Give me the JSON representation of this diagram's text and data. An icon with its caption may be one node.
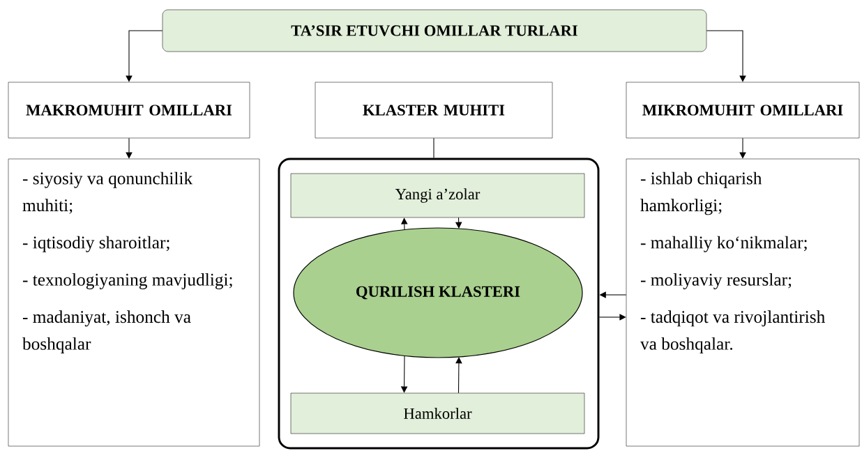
{
  "diagram": {
    "nodes": [
      {
        "text": [
          "TA’SIR ETUVCHI OMILLAR TURLARI"
        ]
      },
      {
        "text": [
          "MAKROMUHIT OMILLARI"
        ]
      },
      {
        "text": [
          "KLASTER MUHITI"
        ]
      },
      {
        "text": [
          "MIKROMUHIT OMILLARI"
        ]
      },
      {
        "text": [
          "- siyosiy va qonunchilik muhiti;",
          "- iqtisodiy sharoitlar;",
          "- texnologiyaning mavjudligi;",
          "- madaniyat, ishonch va boshqalar"
        ]
      },
      {
        "text": [],
        "shape": "box"
      },
      {
        "text": [
          "Yangi a’zolar"
        ],
        "in": 5
      },
      {
        "text": [
          "QURILISH KLASTERI"
        ],
        "in": 5
      },
      {
        "text": [
          "Hamkorlar"
        ],
        "in": 5
      },
      {
        "text": [
          "- ishlab chiqarish hamkorligi;",
          "- mahalliy ko‘nikmalar;",
          "- moliyaviy resurslar;",
          "- tadqiqot va rivojlantirish va boshqalar."
        ]
      }
    ],
    "edges": [
      {
        "from": 0,
        "to": 1,
        "arrow": "to"
      },
      {
        "from": 0,
        "to": 3,
        "arrow": "to"
      },
      {
        "from": 1,
        "to": 4,
        "arrow": "to"
      },
      {
        "from": 3,
        "to": 9,
        "arrow": "to"
      },
      {
        "from": 2,
        "to": 5,
        "arrow": "none"
      },
      {
        "from": 7,
        "to": 6,
        "arrow": "to"
      },
      {
        "from": 6,
        "to": 7,
        "arrow": "to"
      },
      {
        "from": 7,
        "to": 8,
        "arrow": "to"
      },
      {
        "from": 8,
        "to": 7,
        "arrow": "to"
      },
      {
        "from": 9,
        "to": 5,
        "arrow": "to"
      },
      {
        "from": 5,
        "to": 9,
        "arrow": "to"
      }
    ]
  }
}
